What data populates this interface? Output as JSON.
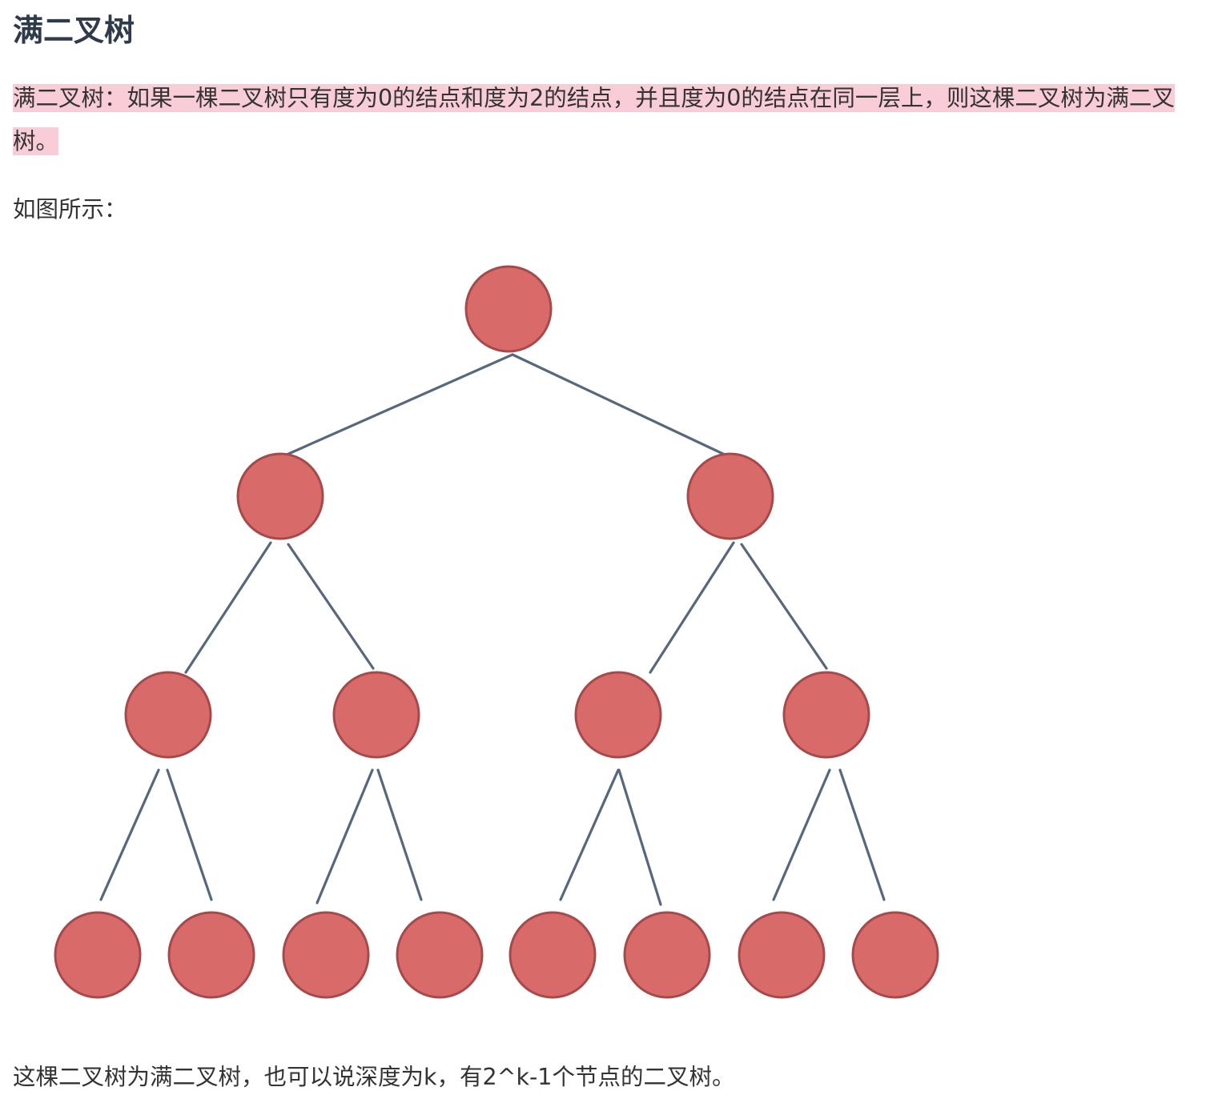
{
  "heading": "满二叉树",
  "definition": "满二叉树：如果一棵二叉树只有度为0的结点和度为2的结点，并且度为0的结点在同一层上，则这棵二叉树为满二叉树。",
  "caption": "如图所示：",
  "footer": "这棵二叉树为满二叉树，也可以说深度为k，有2^k-1个节点的二叉树。",
  "colors": {
    "highlight": "#f8cdd8",
    "node_fill": "#d86b6a",
    "node_stroke": "#a6494b",
    "edge": "#57687d",
    "heading": "#2f3a4a"
  },
  "tree": {
    "depth": 4,
    "node_count": 15,
    "nodes": [
      {
        "id": 0
      },
      {
        "id": 1,
        "parent": 0
      },
      {
        "id": 2,
        "parent": 0
      },
      {
        "id": 3,
        "parent": 1
      },
      {
        "id": 4,
        "parent": 1
      },
      {
        "id": 5,
        "parent": 2
      },
      {
        "id": 6,
        "parent": 2
      },
      {
        "id": 7,
        "parent": 3
      },
      {
        "id": 8,
        "parent": 3
      },
      {
        "id": 9,
        "parent": 4
      },
      {
        "id": 10,
        "parent": 4
      },
      {
        "id": 11,
        "parent": 5
      },
      {
        "id": 12,
        "parent": 5
      },
      {
        "id": 13,
        "parent": 6
      },
      {
        "id": 14,
        "parent": 6
      }
    ]
  }
}
